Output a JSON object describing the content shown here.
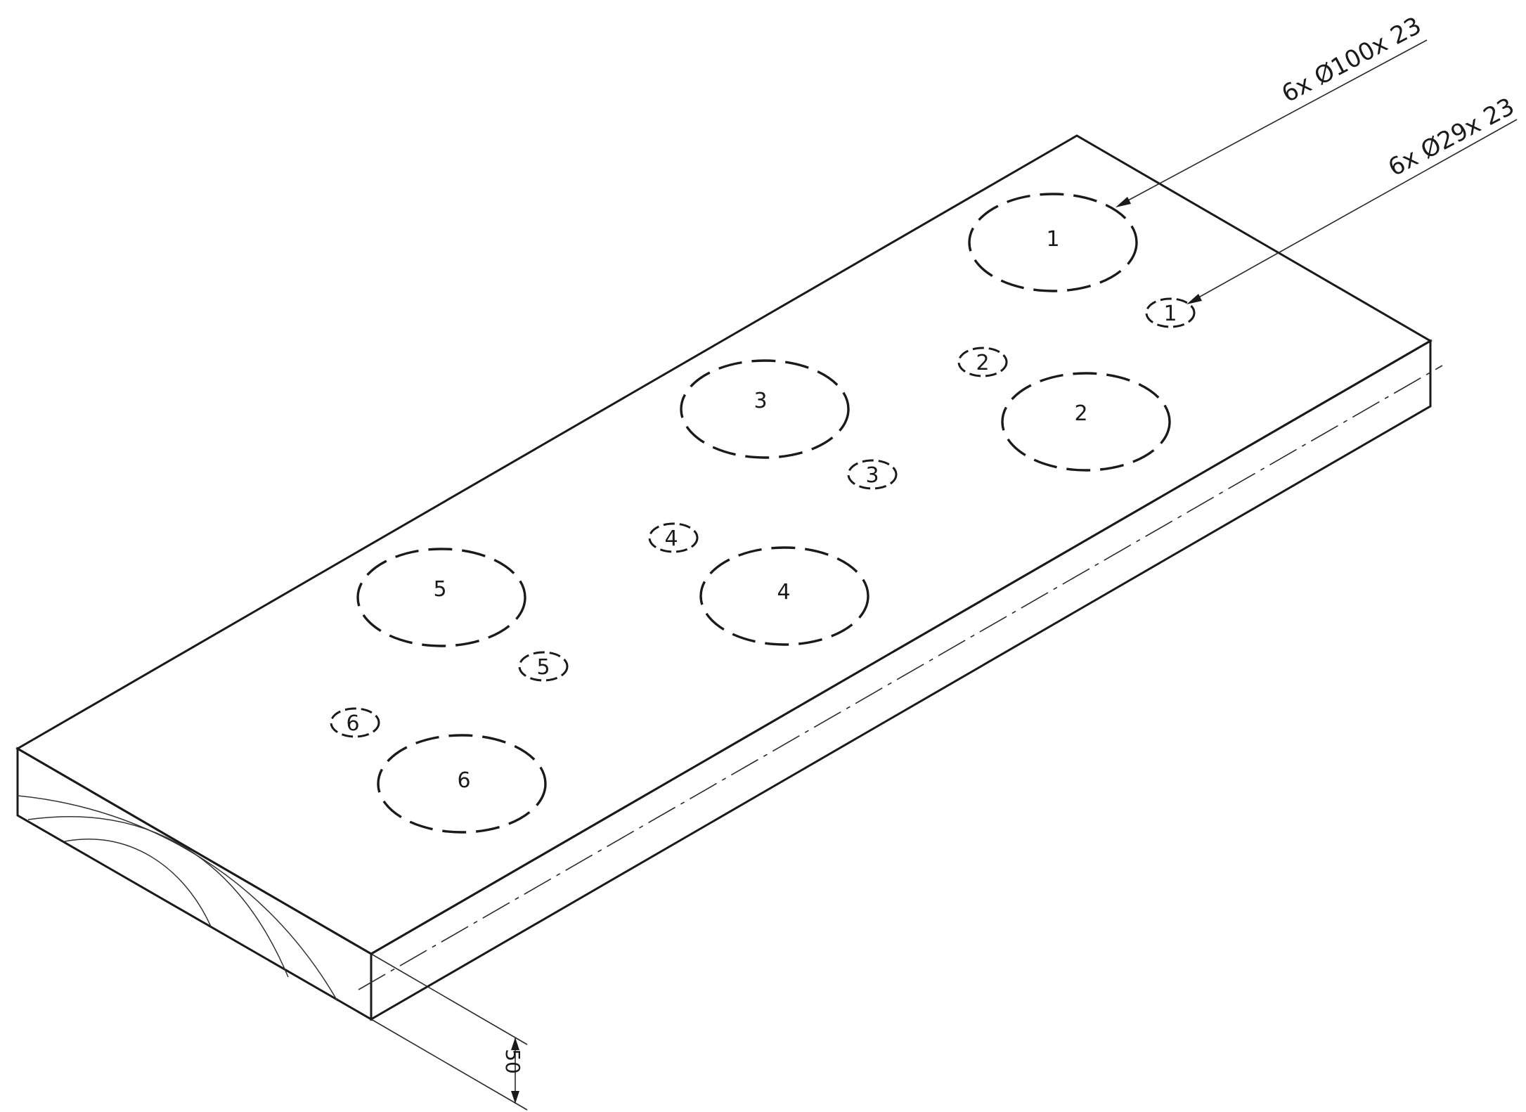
{
  "annotations": {
    "large_hole_callout": "6x Ø100x 23",
    "small_hole_callout": "6x Ø29x 23",
    "thickness_dimension": "50"
  },
  "holes": {
    "large": [
      {
        "label": "1"
      },
      {
        "label": "2"
      },
      {
        "label": "3"
      },
      {
        "label": "4"
      },
      {
        "label": "5"
      },
      {
        "label": "6"
      }
    ],
    "small": [
      {
        "label": "1"
      },
      {
        "label": "2"
      },
      {
        "label": "3"
      },
      {
        "label": "4"
      },
      {
        "label": "5"
      },
      {
        "label": "6"
      }
    ]
  },
  "colors": {
    "line": "#1a1a1a",
    "background": "#ffffff"
  }
}
